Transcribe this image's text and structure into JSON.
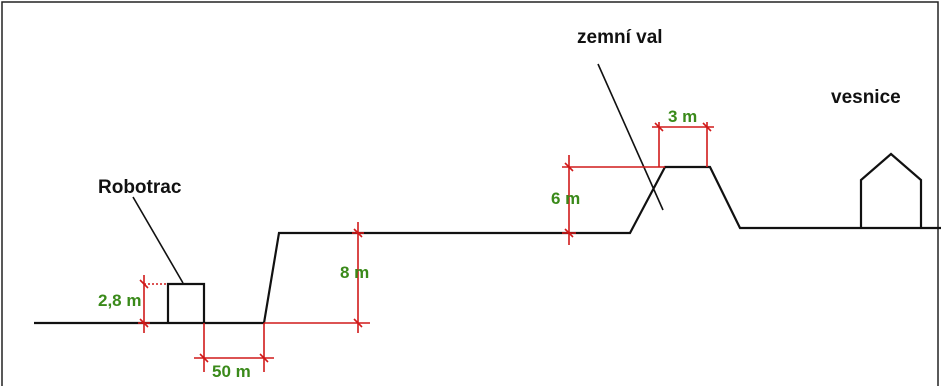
{
  "labels": {
    "robotrac": "Robotrac",
    "embankment": "zemní val",
    "village": "vesnice"
  },
  "dimensions": {
    "robotrac_height": "2,8 m",
    "gap_width": "50 m",
    "plateau_height": "8 m",
    "embankment_height": "6 m",
    "embankment_top_width": "3 m"
  },
  "colors": {
    "terrain": "#111111",
    "dimension_lines": "#d11a1a",
    "dimension_text": "#3a8a1a"
  }
}
